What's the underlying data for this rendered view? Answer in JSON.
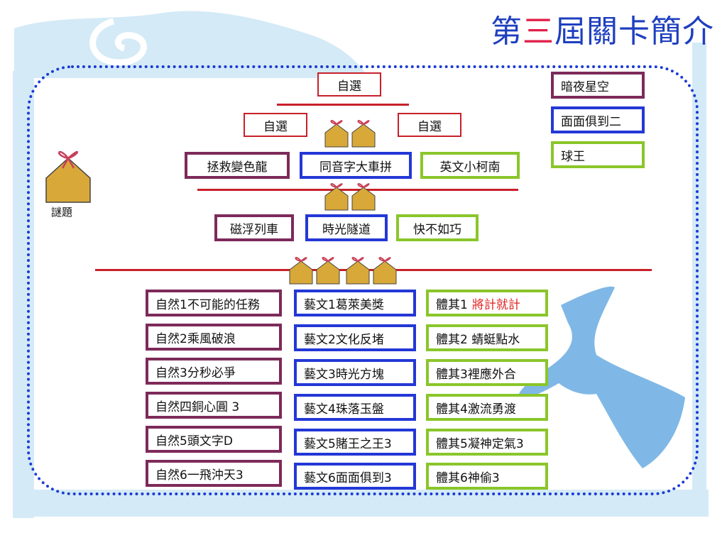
{
  "title": {
    "prefix": "第",
    "accent": "三",
    "suffix": "屆關卡簡介"
  },
  "legend": [
    "暗夜星空",
    "面面俱到二",
    "球王"
  ],
  "top": {
    "center": "自選",
    "left": "自選",
    "right": "自選"
  },
  "level2": [
    "拯救變色龍",
    "同音字大車拼",
    "英文小柯南"
  ],
  "level3": [
    "磁浮列車",
    "時光隧道",
    "快不如巧"
  ],
  "puzzle_label": "謎題",
  "nature": [
    "自然1不可能的任務",
    "自然2乘風破浪",
    "自然3分秒必爭",
    "自然四銅心圓 3",
    "自然5頭文字D",
    "自然6一飛沖天3"
  ],
  "arts": [
    "藝文1葛萊美獎",
    "藝文2文化反堵",
    "藝文3時光方塊",
    "藝文4珠落玉盤",
    "藝文5賭王之王3",
    "藝文6面面俱到3"
  ],
  "pe": {
    "first_prefix": "體其1",
    "first_highlight": "將計就計",
    "rest": [
      "體其2 蜻蜓點水",
      "體其3裡應外合",
      "體其4激流勇渡",
      "體其5凝神定氣3",
      "體其6神偷3"
    ]
  },
  "colors": {
    "purple": "#7d2a5a",
    "blue": "#2338d6",
    "green": "#8ac62a",
    "red": "#c8202a",
    "title": "#1e3fbf"
  }
}
